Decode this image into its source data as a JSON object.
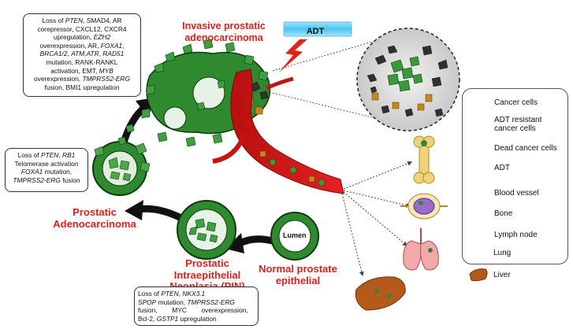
{
  "titles": {
    "invasive_line1": "Invasive prostatic",
    "invasive_line2": "adenocarcinoma",
    "prostatic_line1": "Prostatic",
    "prostatic_line2": "Adenocarcinoma",
    "pin_line1": "Prostatic",
    "pin_line2": "Intraepithelial",
    "pin_line3": "Neoplasia (PIN)",
    "normal_line1": "Normal prostate",
    "normal_line2": "epithelial",
    "lumen": "Lumen",
    "adt": "ADT"
  },
  "boxes": {
    "invasive": {
      "l1a": "Loss of ",
      "l1b": "PTEN",
      "l1c": ", SMAD4, AR",
      "l2": "corepressor, CXCL12, CXCR4",
      "l3a": "upregulation, ",
      "l3b": "EZH2",
      "l4a": "overexpression, AR, ",
      "l4b": "FOXA1",
      "l5a": "BRCA1/2",
      "l5b": ", ",
      "l5c": "ATM,ATR",
      "l5d": ", ",
      "l5e": "RAD51",
      "l6": "mutation, RANK-RANKL",
      "l7a": "activation, EMT, ",
      "l7b": "MYB",
      "l8a": "overexpression, ",
      "l8b": "TMPRSS2-ERG",
      "l9": "fusion, BMI1 upregulation"
    },
    "prostatic": {
      "l1a": "Loss of ",
      "l1b": "PTEN",
      "l1c": ", ",
      "l1d": "RB1",
      "l2": "Telomerase activation",
      "l3a": "FOXA1",
      "l3b": " mutation,",
      "l4a": "TMPRSS2-ERG",
      "l4b": " fusion"
    },
    "pin": {
      "l1a": "Loss of ",
      "l1b": "PTEN",
      "l1c": ", ",
      "l1d": "NKX3.1",
      "l2a": "SPOP",
      "l2b": " mutation, ",
      "l2c": "TMPRSS2-ERG",
      "l3": "fusion,        MYC        overexpression,",
      "l4a": "Bcl-2, ",
      "l4b": "GSTP1",
      "l4c": " upregulation"
    }
  },
  "legend": {
    "items": [
      {
        "label": "Cancer cells",
        "icon": "cancer-cell-icon"
      },
      {
        "label": "ADT resistant cancer cells",
        "icon": "adt-resistant-cell-icon"
      },
      {
        "label": "Dead cancer cells",
        "icon": "dead-cell-icon"
      },
      {
        "label": "ADT",
        "icon": "lightning-icon"
      },
      {
        "label": "Blood vessel",
        "icon": "blood-vessel-icon"
      },
      {
        "label": "Bone",
        "icon": "bone-icon"
      },
      {
        "label": "Lymph node",
        "icon": "lymph-node-icon"
      },
      {
        "label": "Lung",
        "icon": "lung-icon"
      },
      {
        "label": "Liver",
        "icon": "liver-icon"
      }
    ]
  },
  "colors": {
    "title_red": "#e0201b",
    "cell_green": "#2e8b2e",
    "cell_dark": "#1b5e1b",
    "vessel_red": "#d01818",
    "resistant_orange": "#c9861a",
    "dead_gray": "#3a3a3a"
  }
}
